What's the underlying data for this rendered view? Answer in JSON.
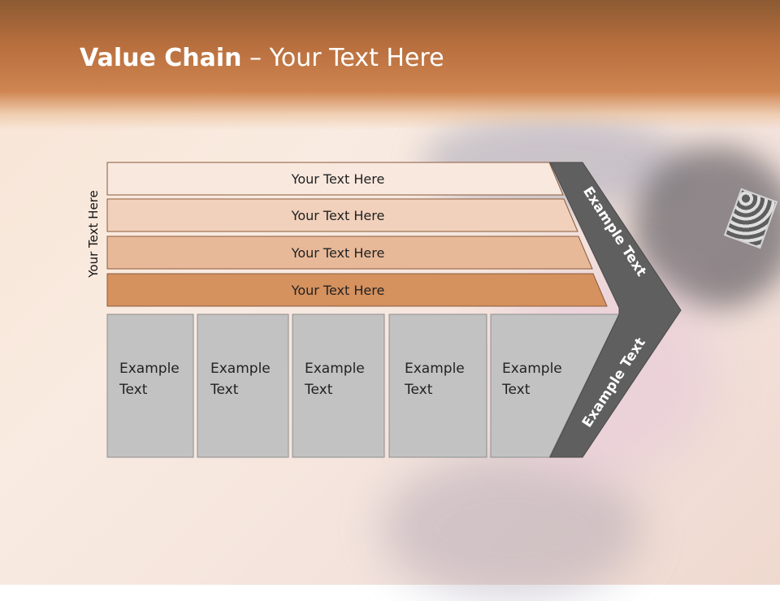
{
  "slide": {
    "title_bold": "Value Chain",
    "title_rest": " – Your Text Here",
    "side_label": "Your Text Here"
  },
  "rows": [
    {
      "label": "Your Text Here",
      "color": "#f8e8de"
    },
    {
      "label": "Your Text Here",
      "color": "#f1d1bc"
    },
    {
      "label": "Your Text Here",
      "color": "#e8b999"
    },
    {
      "label": "Your Text Here",
      "color": "#d5915e"
    }
  ],
  "boxes": [
    {
      "line1": "Example",
      "line2": "Text"
    },
    {
      "line1": "Example",
      "line2": "Text"
    },
    {
      "line1": "Example",
      "line2": "Text"
    },
    {
      "line1": "Example",
      "line2": "Text"
    },
    {
      "line1": "Example",
      "line2": "Text"
    }
  ],
  "chevron": {
    "upper_label": "Example Text",
    "lower_label": "Example Text",
    "color": "#5f5f5f"
  },
  "colors": {
    "box_fill": "#c2c2c2",
    "row_border": "#8a5a3a"
  }
}
